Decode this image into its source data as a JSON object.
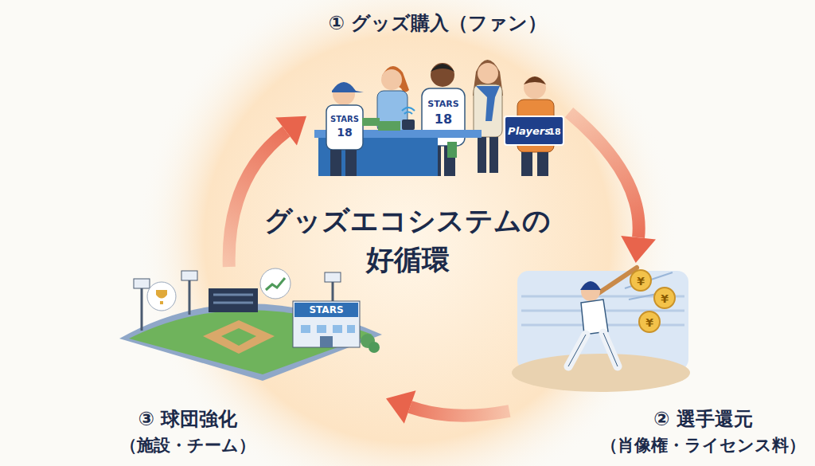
{
  "diagram": {
    "title": "グッズエコシステムの 好循環",
    "nodes": [
      {
        "text": [
          "① グッズ購入（ファン）"
        ]
      },
      {
        "text": [
          "② 選手還元",
          "（肖像権・ライセンス料）"
        ]
      },
      {
        "text": [
          "③ 球団強化",
          "（施設・チーム）"
        ]
      }
    ],
    "edges": [
      {
        "from": 0,
        "to": 1,
        "arrow": "to"
      },
      {
        "from": 1,
        "to": 2,
        "arrow": "to"
      },
      {
        "from": 2,
        "to": 0,
        "arrow": "to"
      }
    ],
    "labels": [
      "STARS",
      "18",
      "STARS",
      "18",
      "Players",
      "18",
      "¥",
      "¥",
      "¥",
      "STARS"
    ]
  }
}
